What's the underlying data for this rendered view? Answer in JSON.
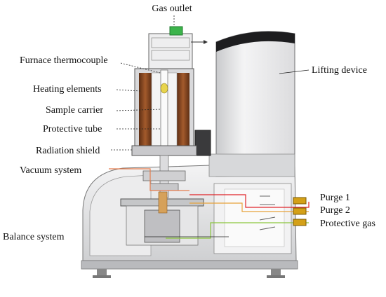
{
  "diagram": {
    "labels": {
      "gas_outlet": "Gas outlet",
      "furnace_thermocouple": "Furnace thermocouple",
      "heating_elements": "Heating elements",
      "sample_carrier": "Sample carrier",
      "protective_tube": "Protective tube",
      "radiation_shield": "Radiation shield",
      "vacuum_system": "Vacuum system",
      "balance_system": "Balance system",
      "lifting_device": "Lifting device",
      "purge_1": "Purge 1",
      "purge_2": "Purge 2",
      "protective_gas": "Protective gas"
    },
    "colors": {
      "purge_1_line": "#e0242a",
      "purge_2_line": "#e8a23a",
      "protective_gas_line": "#8cc63f",
      "vacuum_line": "#e57c4d",
      "heating_coil": "#8b4a24",
      "valve_green": "#3cb44b",
      "connector_gold": "#d4a017"
    }
  }
}
